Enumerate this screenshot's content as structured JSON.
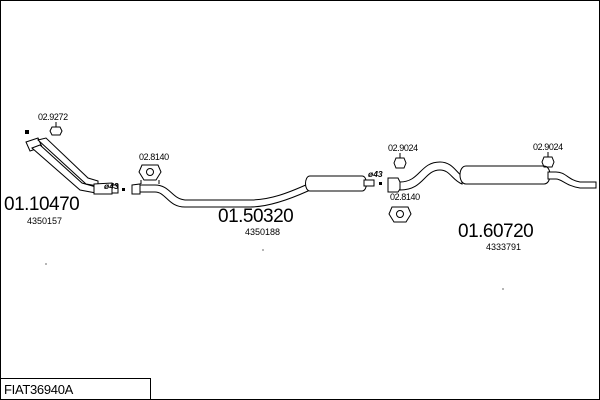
{
  "kit_code": "FIAT36940A",
  "sections": [
    {
      "part_number": "01.10470",
      "ref": "4350157"
    },
    {
      "part_number": "01.50320",
      "ref": "4350188"
    },
    {
      "part_number": "01.60720",
      "ref": "4333791"
    }
  ],
  "accessories": {
    "clamp_front": "02.9272",
    "hanger_mid": "02.8140",
    "clamp_rear_a": "02.9024",
    "hanger_rear": "02.8140",
    "clamp_rear_b": "02.9024"
  },
  "diameters": {
    "front": "ø43",
    "mid": "ø43"
  }
}
